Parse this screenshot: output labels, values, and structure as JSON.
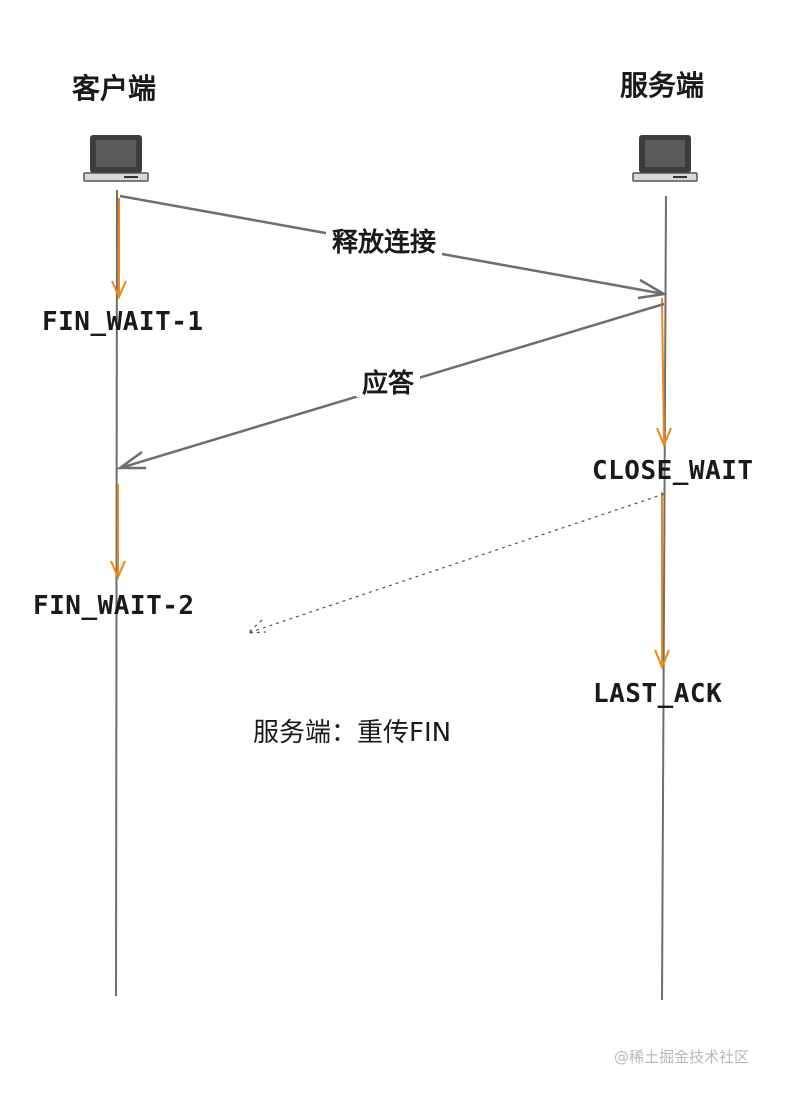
{
  "actors": {
    "client": {
      "title": "客户端",
      "icon": "computer-icon"
    },
    "server": {
      "title": "服务端",
      "icon": "computer-icon"
    }
  },
  "messages": {
    "release": "释放连接",
    "ack": "应答",
    "retransmit_note": "服务端：重传FIN"
  },
  "states": {
    "client": [
      "FIN_WAIT-1",
      "FIN_WAIT-2"
    ],
    "server": [
      "CLOSE_WAIT",
      "LAST_ACK"
    ]
  },
  "watermark": "@稀土掘金技术社区",
  "colors": {
    "lifeline": "#6e6e6e",
    "message_arrow": "#6e6e6e",
    "state_arrow": "#e8891a",
    "icon_dark": "#3a3a3a",
    "icon_screen": "#4a4a4a"
  }
}
